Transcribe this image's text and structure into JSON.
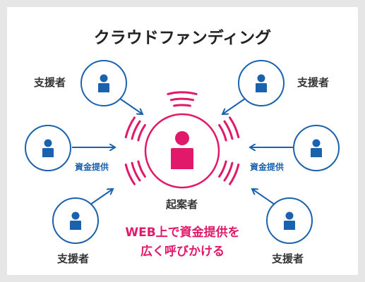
{
  "title": "クラウドファンディング",
  "supporter_label": "支援者",
  "funding_label": "資金提供",
  "center_label": "起案者",
  "slogan_line1": "WEB上で資金提供を",
  "slogan_line2": "広く呼びかける",
  "colors": {
    "background": "#e6e6e6",
    "panel": "#ffffff",
    "supporter_blue": "#1a62ad",
    "founder_pink": "#e0196a"
  },
  "icons": {
    "supporter": "person-icon",
    "founder": "person-icon",
    "broadcast": "signal-waves-icon",
    "flow": "arrow-icon"
  }
}
